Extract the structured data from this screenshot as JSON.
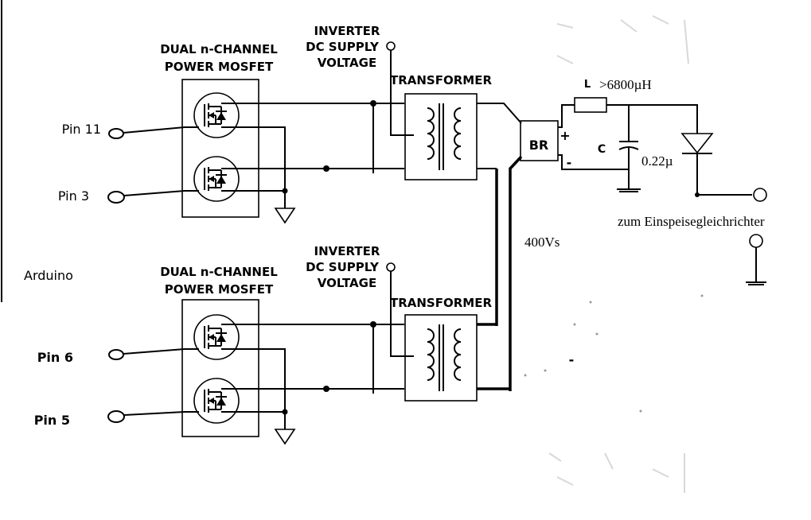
{
  "labels": {
    "mosfet_top_line1": "DUAL n-CHANNEL",
    "mosfet_top_line2": "POWER MOSFET",
    "mosfet_bot_line1": "DUAL n-CHANNEL",
    "mosfet_bot_line2": "POWER MOSFET",
    "inverter_top_line1": "INVERTER",
    "inverter_top_line2": "DC SUPPLY",
    "inverter_top_line3": "VOLTAGE",
    "inverter_bot_line1": "INVERTER",
    "inverter_bot_line2": "DC SUPPLY",
    "inverter_bot_line3": "VOLTAGE",
    "transformer_top": "TRANSFORMER",
    "transformer_bot": "TRANSFORMER",
    "pin11": "Pin 11",
    "pin3": "Pin 3",
    "pin6": "Pin 6",
    "pin5": "Pin 5",
    "arduino": "Arduino",
    "bridge": "BR",
    "plus": "+",
    "minus": "-",
    "inductor_letter": "L",
    "inductor_value": ">6800µH",
    "cap_letter": "C",
    "cap_value": "0.22µ",
    "output_label": "zum  Einspeisegleichrichter",
    "voltage": "400Vs",
    "stray_minus": "-"
  }
}
